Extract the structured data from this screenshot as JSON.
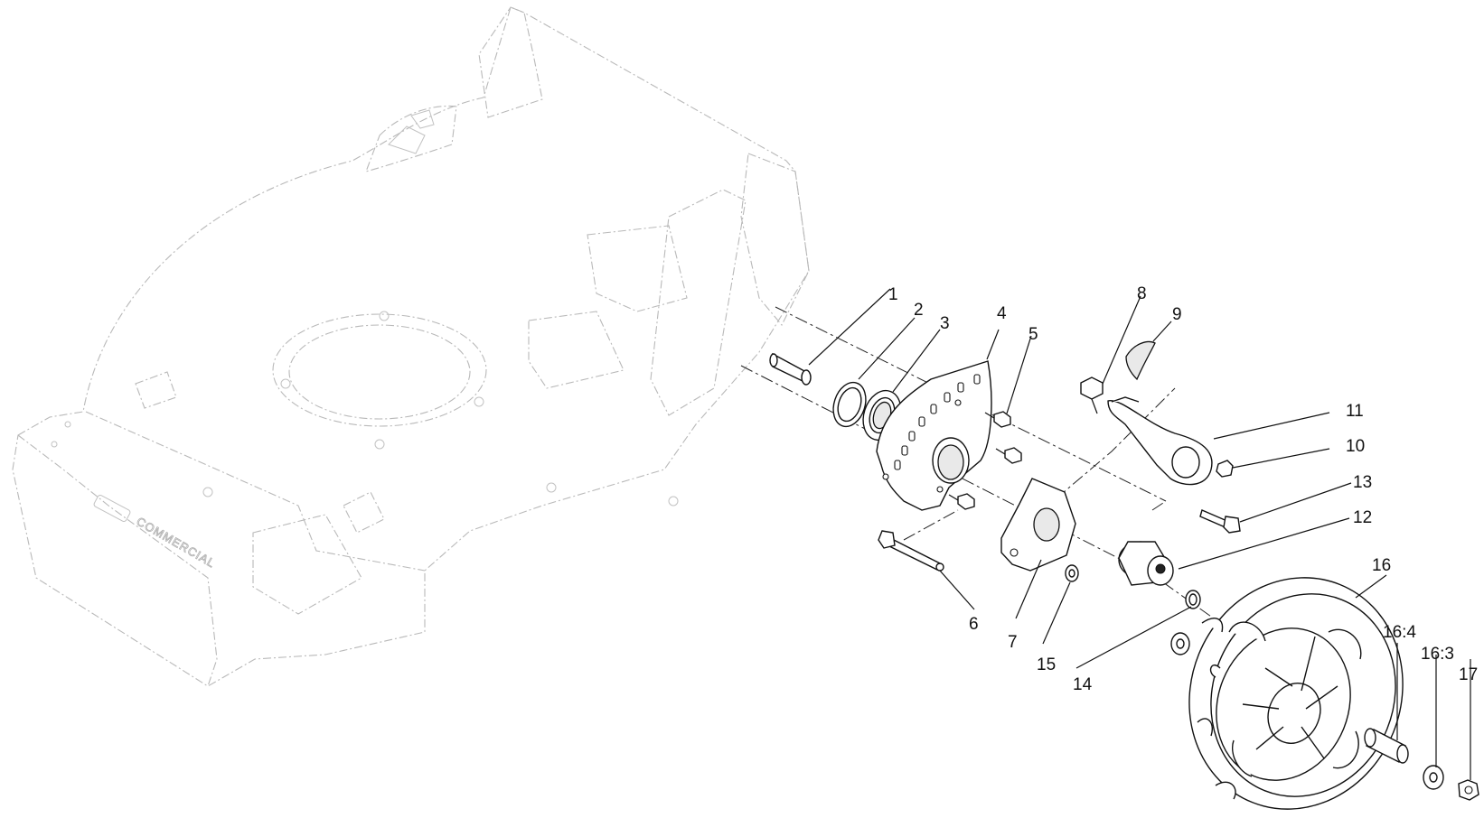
{
  "brand_text": "COMMERCIAL",
  "callouts": [
    "1",
    "2",
    "3",
    "4",
    "5",
    "6",
    "7",
    "8",
    "9",
    "10",
    "11",
    "12",
    "13",
    "14",
    "15",
    "16",
    "16:4",
    "16:3",
    "17"
  ],
  "colors": {
    "ink": "#111111",
    "ghost": "#b9b9b9",
    "background": "#ffffff"
  }
}
